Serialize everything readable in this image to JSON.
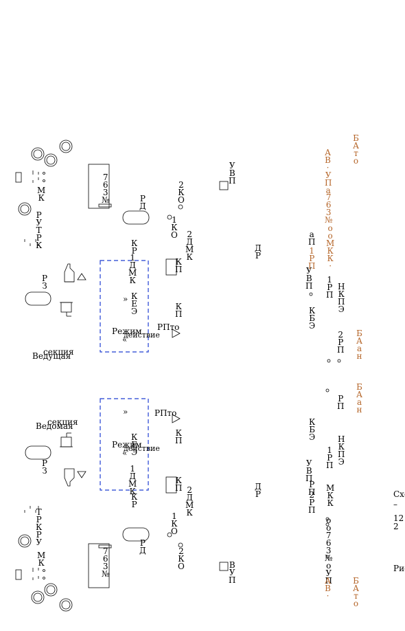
{
  "colors": {
    "line": "#000000",
    "dashed": "#1f3ed1",
    "annotation": "#b5662a"
  },
  "labels": {
    "vedushchaya": "Ведущая",
    "vedomaya": "Ведомая",
    "sektsiya": "секция",
    "rezhim": "Режим",
    "deystvie": "действие",
    "guillemet_open": "«",
    "guillemet_close": "»",
    "rpto": "РПто",
    "skh": "Схе",
    "dash": "–",
    "num_12": "12",
    "num_2": "2",
    "ris": "Рис"
  },
  "top_section": {
    "stacks": {
      "uvp_right": [
        "У",
        "В",
        "П"
      ],
      "num_765": [
        "7",
        "6",
        "3",
        "№"
      ],
      "mk": [
        "М",
        "К"
      ],
      "rd": [
        "Р",
        "Д"
      ],
      "ko2": [
        "2",
        "К",
        "О"
      ],
      "ko1": [
        "1",
        "К",
        "О"
      ],
      "dmk2": [
        "2",
        "Д",
        "М",
        "К"
      ],
      "kr": [
        "К",
        "Р"
      ],
      "dmk1": [
        "1",
        "Д",
        "М",
        "К"
      ],
      "kp": [
        "К",
        "П"
      ],
      "kez": [
        "К",
        "Е",
        "Э"
      ],
      "kp2": [
        "К",
        "П"
      ],
      "dr": [
        "Д",
        "Р"
      ],
      "rz": [
        "Р",
        "З"
      ],
      "ryrkr": [
        "Р",
        "У",
        "Т",
        "Р",
        "К"
      ],
      "uvp_mid": [
        "У",
        "В",
        "П"
      ],
      "kbe": [
        "К",
        "Б",
        "Э"
      ],
      "nkpe": [
        "Н",
        "К",
        "П",
        "Э"
      ],
      "rp1": [
        "1",
        "Р",
        "П"
      ],
      "rp2": [
        "2",
        "Р",
        "П"
      ],
      "ap": [
        "а",
        "П"
      ]
    },
    "brown_stacks": {
      "bat": [
        "Б",
        "А",
        "т",
        "о"
      ],
      "av": [
        "А",
        "В",
        "·"
      ],
      "upa": [
        "У",
        "П",
        "а"
      ],
      "num": [
        "7",
        "6",
        "3",
        "№"
      ],
      "omkk": [
        "о",
        "о",
        "М",
        "К",
        "К",
        "·"
      ],
      "rp": [
        "1",
        "Р",
        "П"
      ],
      "ban1": [
        "Б",
        "А",
        "а",
        "н"
      ],
      "ban2": [
        "Б",
        "А",
        "а",
        "н"
      ],
      "rp2": [
        "Р",
        "П"
      ]
    }
  },
  "bottom_section": {
    "stacks": {
      "mk": [
        "М",
        "К"
      ],
      "rz": [
        "Р",
        "З"
      ],
      "num_765": [
        "7",
        "6",
        "3",
        "№"
      ],
      "rd": [
        "Р",
        "Д"
      ],
      "ko2": [
        "2",
        "К",
        "О"
      ],
      "ko1": [
        "1",
        "К",
        "О"
      ],
      "dmk2": [
        "2",
        "Д",
        "М",
        "К"
      ],
      "kr": [
        "К",
        "Р"
      ],
      "dmk1": [
        "1",
        "Д",
        "М",
        "К"
      ],
      "kp": [
        "К",
        "П"
      ],
      "kez": [
        "К",
        "Е",
        "Э"
      ],
      "kp2": [
        "К",
        "П"
      ],
      "dr": [
        "Д",
        "Р"
      ],
      "uvp_right": [
        "В",
        "У",
        "П"
      ],
      "uvp_mid": [
        "У",
        "В",
        "П"
      ],
      "kbe": [
        "К",
        "Б",
        "Э"
      ],
      "nkpe": [
        "Н",
        "К",
        "П",
        "Э"
      ],
      "rp1": [
        "1",
        "Р",
        "П"
      ],
      "mkk": [
        "М",
        "К",
        "К"
      ],
      "rp2": [
        "2",
        "Р",
        "П"
      ],
      "brp": [
        "Р",
        "П"
      ],
      "ryrkr": [
        "Т",
        "Р",
        "К",
        "Р",
        "У"
      ],
      "num2": [
        "о",
        "о",
        "7",
        "6",
        "3",
        "№",
        "о",
        "У",
        "П"
      ]
    },
    "brown_stacks": {
      "bat": [
        "Б",
        "А",
        "т",
        "о"
      ],
      "av": [
        "А",
        "В",
        "·"
      ]
    }
  }
}
